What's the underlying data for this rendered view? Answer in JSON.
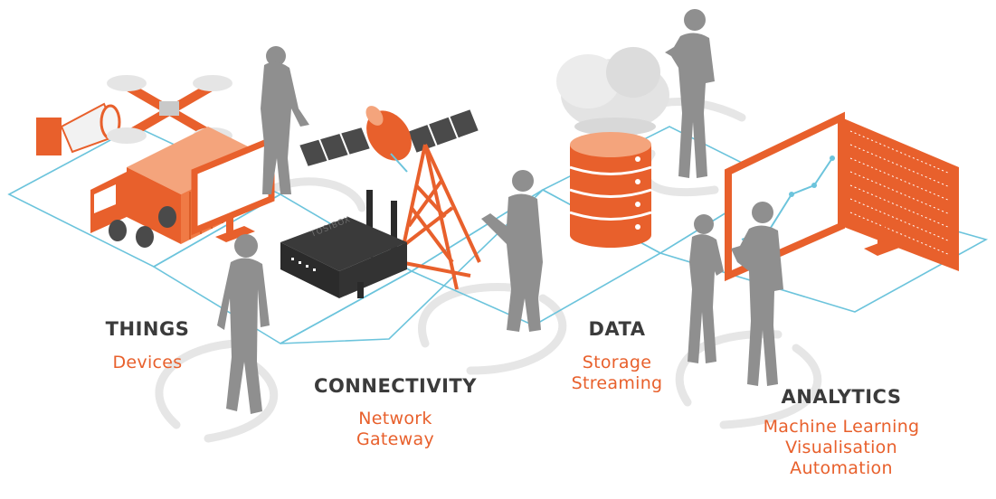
{
  "stages": [
    {
      "key": "things",
      "title": "THINGS",
      "items": [
        "Devices"
      ]
    },
    {
      "key": "connectivity",
      "title": "CONNECTIVITY",
      "items": [
        "Network",
        "Gateway"
      ]
    },
    {
      "key": "data",
      "title": "DATA",
      "items": [
        "Storage",
        "Streaming"
      ]
    },
    {
      "key": "analytics",
      "title": "ANALYTICS",
      "items": [
        "Machine Learning",
        "Visualisation",
        "Automation"
      ]
    }
  ],
  "router_brand": "TOSIBOX",
  "colors": {
    "accent": "#e8602c",
    "heading": "#3b3b3b",
    "figure": "#8f8f8f",
    "grid_line": "#6cc4dc",
    "arrow": "#e2e2e2"
  }
}
